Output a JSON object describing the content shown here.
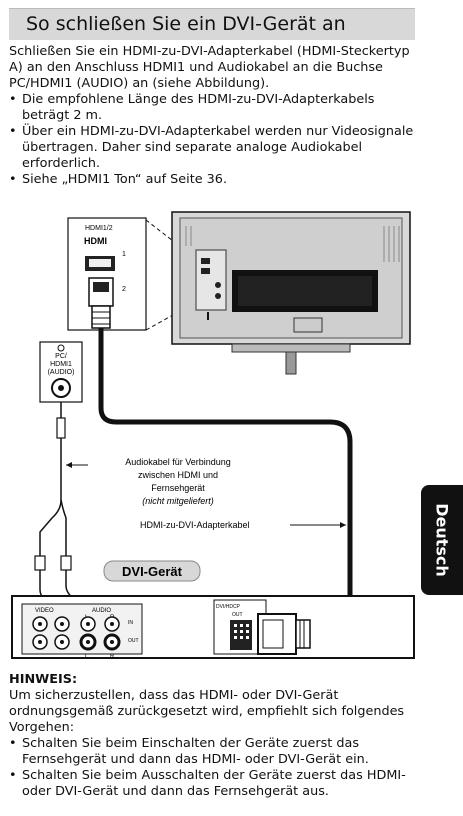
{
  "title": "So schließen Sie ein DVI-Gerät an",
  "intro": "Schließen Sie ein HDMI-zu-DVI-Adapterkabel (HDMI-Steckertyp A) an den Anschluss HDMI1 und Audiokabel an die Buchse PC/HDMI1 (AUDIO) an (siehe Abbildung).",
  "bullets": [
    "Die empfohlene Länge des HDMI-zu-DVI-Adapterkabels beträgt 2 m.",
    "Über ein HDMI-zu-DVI-Adapterkabel werden nur Videosignale übertragen. Daher sind separate analoge Audiokabel erforderlich.",
    "Siehe „HDMI1 Ton“ auf Seite 36."
  ],
  "diagram": {
    "hdmi_header": "HDMI1/2",
    "hdmi_logo": "HDMI",
    "port_1": "1",
    "port_2": "2",
    "pc_label_1": "PC/",
    "pc_label_2": "HDMI1",
    "pc_label_3": "(AUDIO)",
    "audio_cable_1": "Audiokabel für Verbindung",
    "audio_cable_2": "zwischen HDMI und",
    "audio_cable_3": "Fernsehgerät",
    "audio_cable_4": "(nicht mitgeliefert)",
    "adapter_cable": "HDMI-zu-DVI-Adapterkabel",
    "dvi_device": "DVI-Gerät",
    "video_label": "VIDEO",
    "audio_label": "AUDIO",
    "l_label": "L",
    "r_label": "R",
    "in_label": "IN",
    "out_label": "OUT",
    "dvi_hdcp": "DVI/HDCP",
    "dvi_out": "OUT"
  },
  "side_tab": "Deutsch",
  "hinweis": {
    "heading": "HINWEIS:",
    "text": "Um sicherzustellen, dass das HDMI- oder DVI-Gerät ordnungsgemäß zurückgesetzt wird, empfiehlt sich folgendes Vorgehen:",
    "bullets": [
      "Schalten Sie beim Einschalten der Geräte zuerst das Fernsehgerät und dann das HDMI- oder DVI-Gerät ein.",
      "Schalten Sie beim Ausschalten der Geräte zuerst das HDMI- oder DVI-Gerät und dann das Fernsehgerät aus."
    ]
  }
}
